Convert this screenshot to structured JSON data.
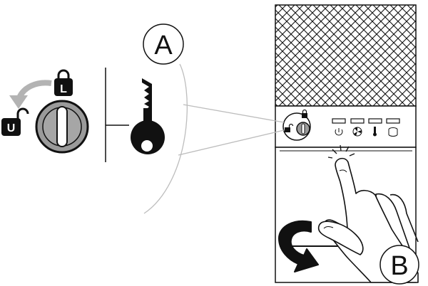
{
  "callouts": {
    "a": "A",
    "b": "B"
  },
  "lock_labels": {
    "locked": "L",
    "unlocked": "U"
  },
  "colors": {
    "ink": "#111111",
    "line_gray": "#bdbdbd",
    "arrow_gray": "#b3b3b3",
    "cylinder_gray": "#9a9a9a",
    "background": "#ffffff"
  },
  "icons": {
    "lock_locked": "padlock-closed-icon",
    "lock_unlocked": "padlock-open-icon",
    "key": "key-icon",
    "power": "power-icon",
    "fan": "fan-icon",
    "temperature": "thermometer-icon",
    "drive": "drive-icon"
  }
}
